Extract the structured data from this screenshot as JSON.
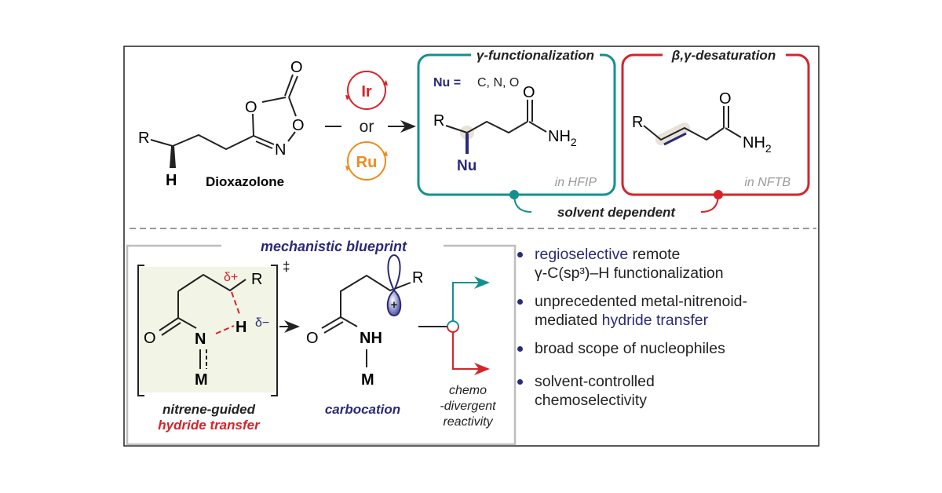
{
  "colors": {
    "ir": "#d7232b",
    "ru": "#f08a1e",
    "teal": "#14908c",
    "red": "#d7232b",
    "navy": "#2a2a7a",
    "frame": "#222222",
    "panel_gray": "#bdbdbd",
    "ts_shade": "#f2f4e6"
  },
  "top": {
    "substrate": {
      "r": "R",
      "h": "H",
      "o1": "O",
      "o2": "O",
      "o3": "O",
      "n": "N",
      "label": "Dioxazolone"
    },
    "catalysts": {
      "ir": "Ir",
      "or": "or",
      "ru": "Ru"
    },
    "functionalization": {
      "title": "γ-functionalization",
      "nu_prefix": "Nu =",
      "nu_values": "C, N, O",
      "r": "R",
      "nu": "Nu",
      "o": "O",
      "nh2": "NH",
      "sub2": "2",
      "solvent": "in HFIP"
    },
    "desaturation": {
      "title": "β,γ-desaturation",
      "r": "R",
      "o": "O",
      "nh2": "NH",
      "sub2": "2",
      "solvent": "in NFTB"
    },
    "solvent_label": "solvent dependent"
  },
  "mechanism": {
    "title": "mechanistic blueprint",
    "ts": {
      "delta_plus": "δ+",
      "r": "R",
      "h": "H",
      "delta_minus": "δ−",
      "o": "O",
      "n": "N",
      "m": "M",
      "dagger": "‡"
    },
    "ts_label_1": "nitrene-guided",
    "ts_label_2": "hydride transfer",
    "carbocation": {
      "r": "R",
      "plus": "+",
      "o": "O",
      "nh": "NH",
      "m": "M",
      "label": "carbocation"
    },
    "divergence_label": [
      "chemo",
      "-divergent",
      "reactivity"
    ]
  },
  "bullets": [
    {
      "hl": "regioselective",
      "text": " remote",
      "line2": "γ-C(sp³)–H functionalization"
    },
    {
      "hl": "",
      "text": "unprecedented metal-nitrenoid-",
      "line2_pre": "mediated ",
      "line2_hl": "hydride transfer"
    },
    {
      "hl": "",
      "text": "broad scope of nucleophiles"
    },
    {
      "hl": "",
      "text": "solvent-controlled",
      "line2": "chemoselectivity"
    }
  ]
}
